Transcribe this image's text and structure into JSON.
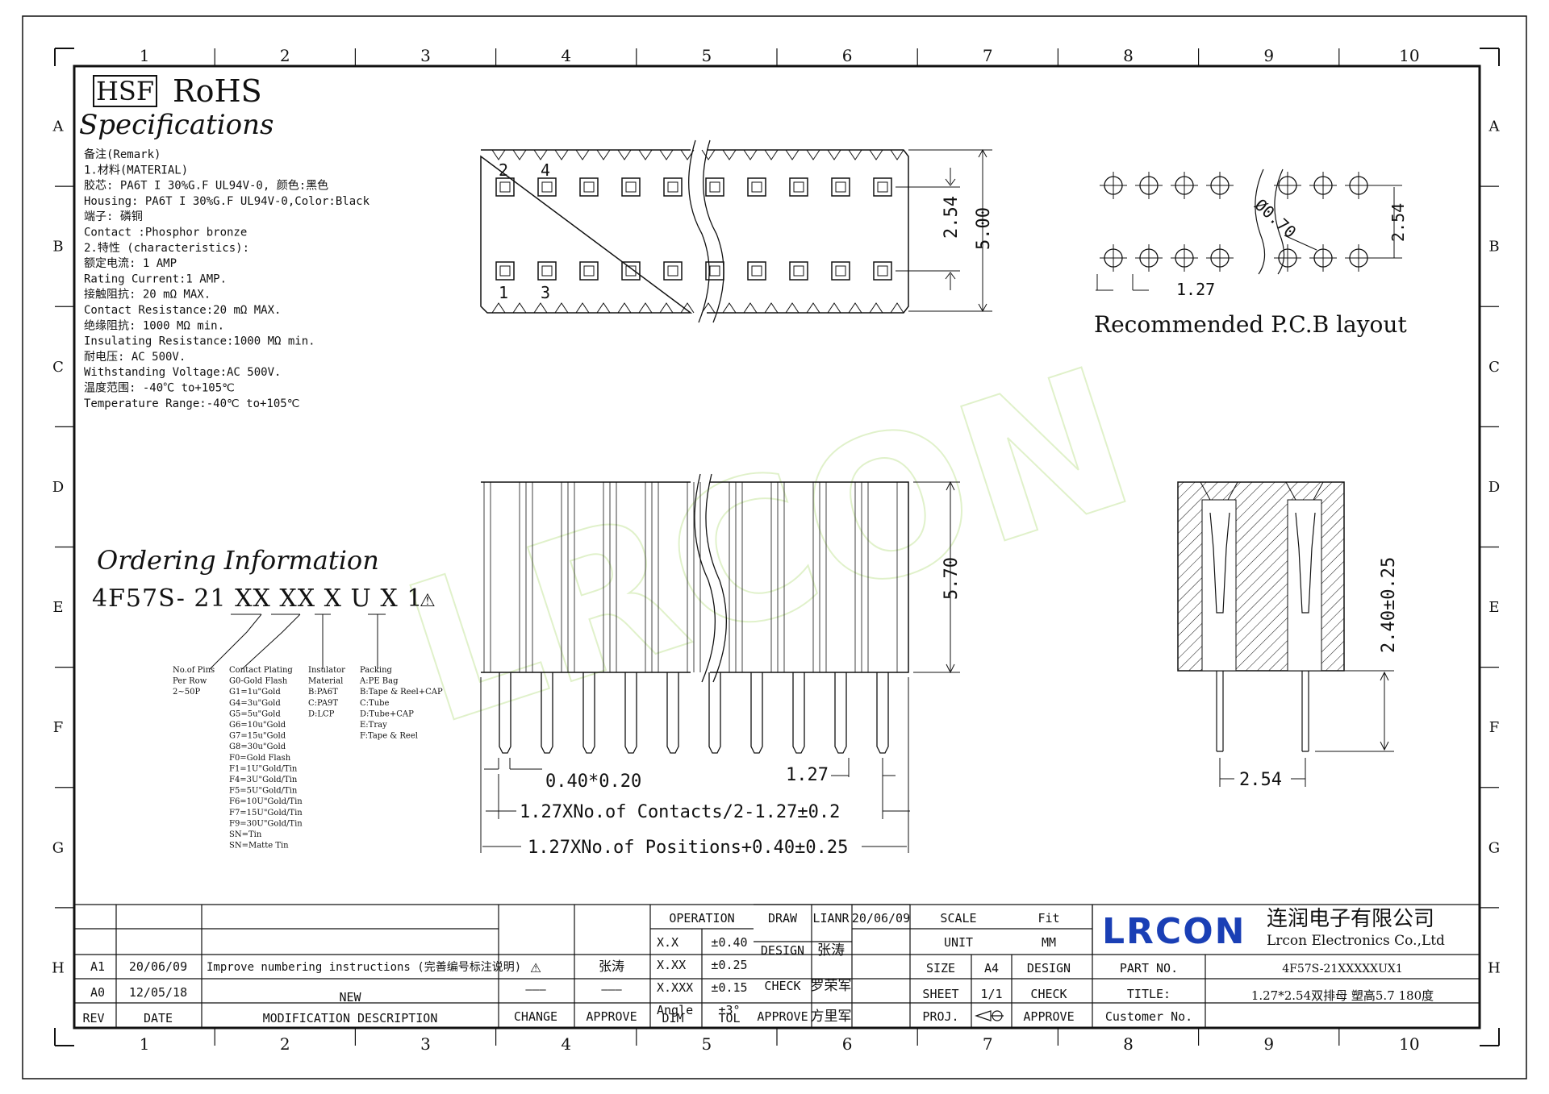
{
  "grid": {
    "cols": [
      "1",
      "2",
      "3",
      "4",
      "5",
      "6",
      "7",
      "8",
      "9",
      "10"
    ],
    "rows": [
      "A",
      "B",
      "C",
      "D",
      "E",
      "F",
      "G",
      "H"
    ]
  },
  "header": {
    "hsf": "HSF",
    "rohs": "RoHS",
    "title": "Specifications"
  },
  "specs": [
    "备注(Remark)",
    "1.材料(MATERIAL)",
    "胶芯: PA6T I 30%G.F UL94V-0, 颜色:黑色",
    "Housing: PA6T I 30%G.F UL94V-0,Color:Black",
    "端子: 磷铜",
    "Contact :Phosphor bronze",
    "2.特性 (characteristics):",
    "额定电流: 1 AMP",
    "Rating Current:1 AMP.",
    "接触阻抗: 20 mΩ MAX.",
    "Contact Resistance:20 mΩ MAX.",
    "绝缘阻抗: 1000 MΩ min.",
    "Insulating Resistance:1000 MΩ  min.",
    "耐电压: AC 500V.",
    "Withstanding Voltage:AC 500V.",
    "温度范围: -40℃ to+105℃",
    "Temperature Range:-40℃ to+105℃"
  ],
  "ordering": {
    "title": "Ordering Information",
    "code": "4F57S- 21 XX XX X U X 1",
    "pins": [
      "No.of Pins",
      "Per Row",
      "2~50P"
    ],
    "plating": [
      "Contact Plating",
      "G0-Gold Flash",
      "G1=1u\"Gold",
      "G4=3u\"Gold",
      "G5=5u\"Gold",
      "G6=10u\"Gold",
      "G7=15u\"Gold",
      "G8=30u\"Gold",
      "F0=Gold Flash",
      "F1=1U\"Gold/Tin",
      "F4=3U\"Gold/Tin",
      "F5=5U\"Gold/Tin",
      "F6=10U\"Gold/Tin",
      "F7=15U\"Gold/Tin",
      "F9=30U\"Gold/Tin",
      "SN=Tin",
      "SN=Matte Tin"
    ],
    "insulator": [
      "Insulator",
      "Material",
      "B:PA6T",
      "C:PA9T",
      "D:LCP"
    ],
    "packing": [
      "Packing",
      "A:PE Bag",
      "B:Tape & Reel+CAP",
      "C:Tube",
      "D:Tube+CAP",
      "E:Tray",
      "F:Tape & Reel"
    ]
  },
  "dims": {
    "top_d1": "2.54",
    "top_d2": "5.00",
    "pin2": "2",
    "pin4": "4",
    "pin1": "1",
    "pin3": "3",
    "pcb_dia": "Ø0.70",
    "pcb_pitch": "1.27",
    "pcb_row": "2.54",
    "pcb_label": "Recommended P.C.B layout",
    "front_h": "5.70",
    "pin_size": "0.40*0.20",
    "pitch": "1.27",
    "contacts": "1.27XNo.of Contacts/2-1.27±0.2",
    "positions": "1.27XNo.of Positions+0.40±0.25",
    "side_h": "2.40±0.25",
    "side_w": "2.54"
  },
  "watermark": "LRCON",
  "titleblock": {
    "headers": {
      "rev": "REV",
      "date": "DATE",
      "desc": "MODIFICATION DESCRIPTION",
      "change": "CHANGE",
      "approve": "APPROVE"
    },
    "rows": [
      {
        "rev": "A1",
        "date": "20/06/09",
        "desc": "Improve numbering instructions (完善编号标注说明)",
        "change": "⚠",
        "approve": "张涛"
      },
      {
        "rev": "A0",
        "date": "12/05/18",
        "desc": "NEW",
        "change": "———",
        "approve": "———"
      }
    ],
    "operation": "OPERATION",
    "tol": [
      {
        "dim": "X.X",
        "tol": "±0.40"
      },
      {
        "dim": "X.XX",
        "tol": "±0.25"
      },
      {
        "dim": "X.XXX",
        "tol": "±0.15"
      },
      {
        "dim": "Angle",
        "tol": "±3°"
      }
    ],
    "dim_label": "DIM",
    "tol_label": "TOL",
    "draw": "DRAW",
    "draw_name": "LIANR",
    "draw_date": "20/06/09",
    "design": "DESIGN",
    "design_name": "张涛",
    "check": "CHECK",
    "check_name": "罗荣军",
    "approve_label": "APPROVE",
    "approve_name": "方里军",
    "scale": "SCALE",
    "scale_val": "Fit",
    "unit": "UNIT",
    "unit_val": "MM",
    "size": "SIZE",
    "size_val": "A4",
    "design2": "DESIGN",
    "sheet": "SHEET",
    "sheet_val": "1/1",
    "check2": "CHECK",
    "proj": "PROJ.",
    "approve2": "APPROVE",
    "company_logo": "LRCON",
    "company_cn": "连润电子有限公司",
    "company_en": "Lrcon Electronics Co.,Ltd",
    "part_label": "PART NO.",
    "part_val": "4F57S-21XXXXXUX1",
    "title_label": "TITLE:",
    "title_val": "1.27*2.54双排母 塑高5.7 180度",
    "customer": "Customer No."
  },
  "colors": {
    "logo": "#1a3fb5",
    "watermark": "#c8e6a0"
  }
}
